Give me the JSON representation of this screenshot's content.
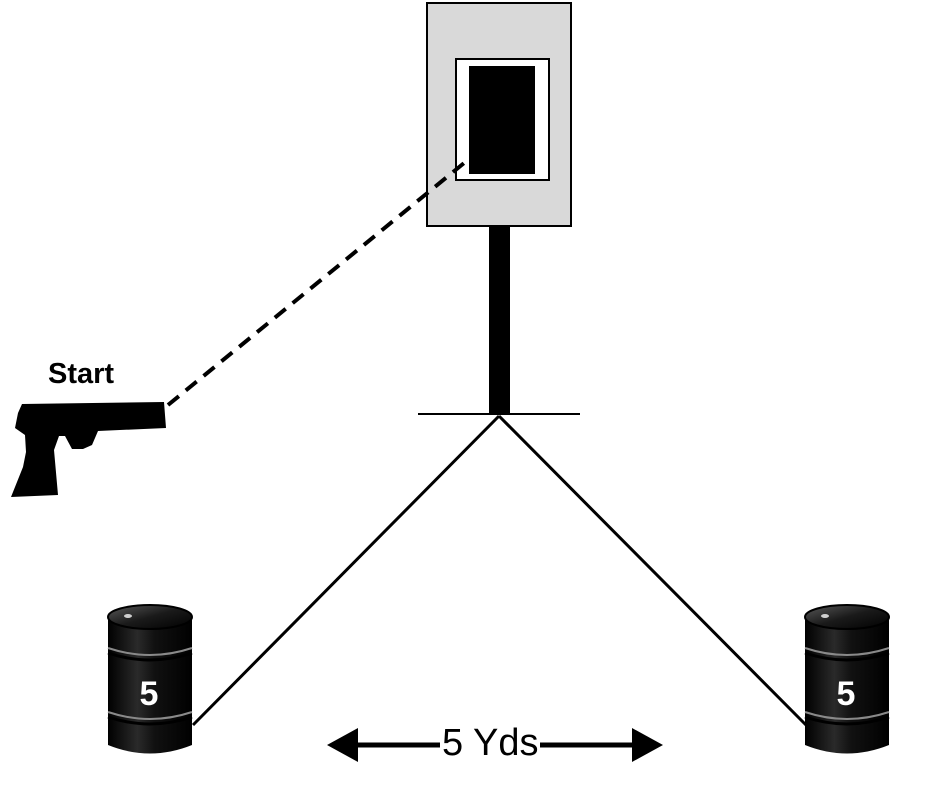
{
  "diagram": {
    "start_label": "Start",
    "distance_label": "5 Yds",
    "barrel_left_label": "5",
    "barrel_right_label": "5",
    "colors": {
      "target_face": "#d9d9d9",
      "target_scoring_zone": "#000000",
      "barrel": "#000000",
      "background": "#ffffff"
    },
    "icons": [
      "pistol-icon",
      "target-icon",
      "barrel-icon",
      "double-arrow-icon"
    ]
  }
}
